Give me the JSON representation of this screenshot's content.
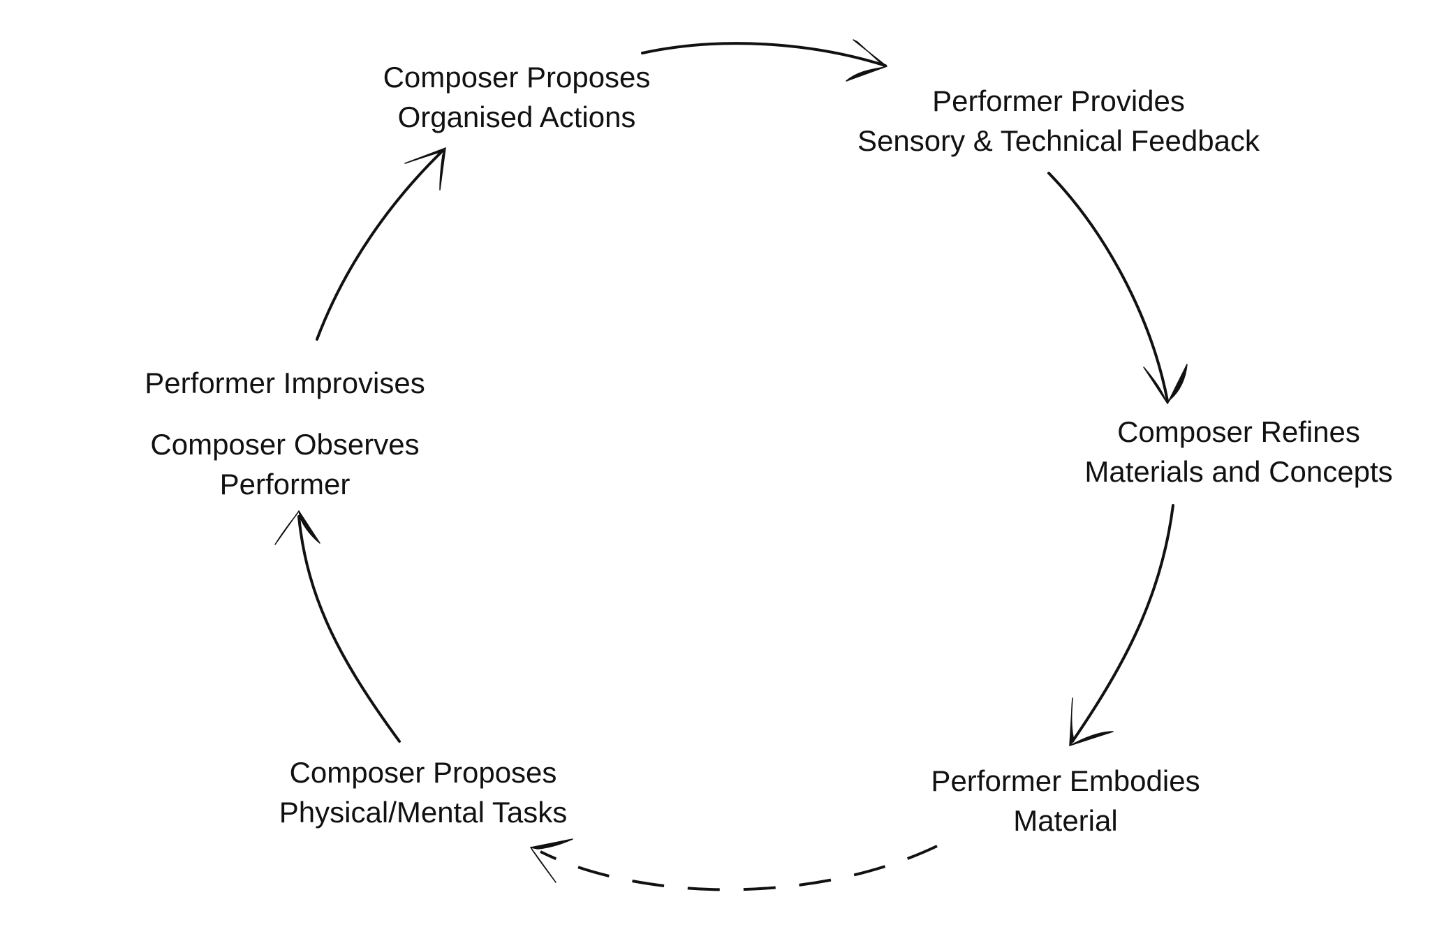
{
  "nodes": [
    {
      "id": "composer-proposes-organised-actions",
      "lines": [
        "Composer Proposes",
        "Organised Actions"
      ]
    },
    {
      "id": "performer-provides-feedback",
      "lines": [
        "Performer Provides",
        "Sensory & Technical Feedback"
      ]
    },
    {
      "id": "composer-refines",
      "lines": [
        "Composer Refines",
        "Materials and Concepts"
      ]
    },
    {
      "id": "performer-embodies",
      "lines": [
        "Performer Embodies",
        "Material"
      ]
    },
    {
      "id": "composer-proposes-tasks",
      "lines": [
        "Composer Proposes",
        "Physical/Mental Tasks"
      ]
    },
    {
      "id": "performer-improvises",
      "lines": [
        "Performer Improvises"
      ]
    },
    {
      "id": "composer-observes",
      "lines": [
        "Composer Observes",
        "Performer"
      ]
    }
  ],
  "edges": [
    {
      "from": "composer-proposes-organised-actions",
      "to": "performer-provides-feedback",
      "style": "solid"
    },
    {
      "from": "performer-provides-feedback",
      "to": "composer-refines",
      "style": "solid"
    },
    {
      "from": "composer-refines",
      "to": "performer-embodies",
      "style": "solid"
    },
    {
      "from": "performer-embodies",
      "to": "composer-proposes-tasks",
      "style": "dashed"
    },
    {
      "from": "composer-proposes-tasks",
      "to": "composer-observes",
      "style": "solid"
    },
    {
      "from": "performer-improvises",
      "to": "composer-proposes-organised-actions",
      "style": "solid"
    }
  ],
  "colors": {
    "line": "#111111",
    "text": "#111111",
    "background": "#ffffff"
  }
}
